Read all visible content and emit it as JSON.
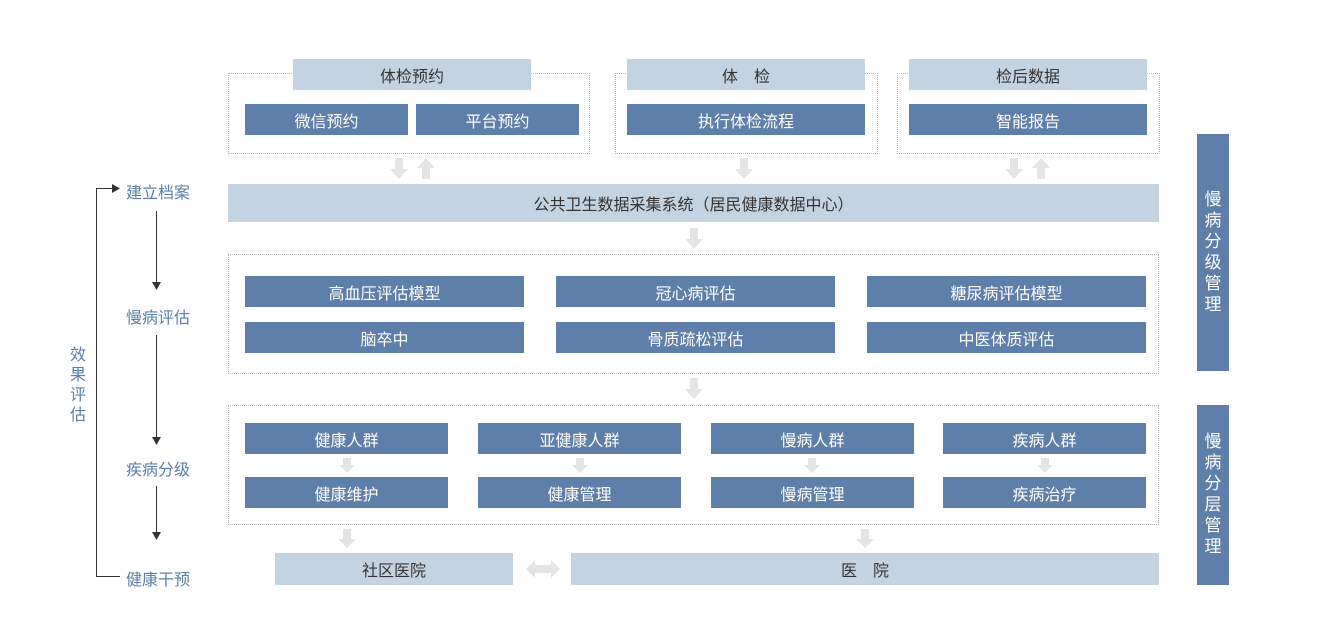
{
  "top": {
    "booking": {
      "title": "体检预约",
      "items": [
        "微信预约",
        "平台预约"
      ]
    },
    "exam": {
      "title": "体　检",
      "items": [
        "执行体检流程"
      ]
    },
    "post": {
      "title": "检后数据",
      "items": [
        "智能报告"
      ]
    }
  },
  "system": {
    "label": "公共卫生数据采集系统（居民健康数据中心）"
  },
  "assessment": {
    "items": [
      "高血压评估模型",
      "冠心病评估",
      "糖尿病评估模型",
      "脑卒中",
      "骨质疏松评估",
      "中医体质评估"
    ]
  },
  "stratification": {
    "groups": [
      "健康人群",
      "亚健康人群",
      "慢病人群",
      "疾病人群"
    ],
    "actions": [
      "健康维护",
      "健康管理",
      "慢病管理",
      "疾病治疗"
    ]
  },
  "bottom": {
    "community": "社区医院",
    "hospital": "医　院"
  },
  "left_flow": {
    "steps": [
      "建立档案",
      "慢病评估",
      "疾病分级",
      "健康干预"
    ],
    "loop_label": "效果评估"
  },
  "side_labels": {
    "upper": "慢病分级管理",
    "lower": "慢病分层管理"
  },
  "colors": {
    "dark_box": "#5e7fa9",
    "light_box": "#c4d3e2",
    "arrow": "#e4e4e4",
    "label": "#5a7fa8"
  }
}
